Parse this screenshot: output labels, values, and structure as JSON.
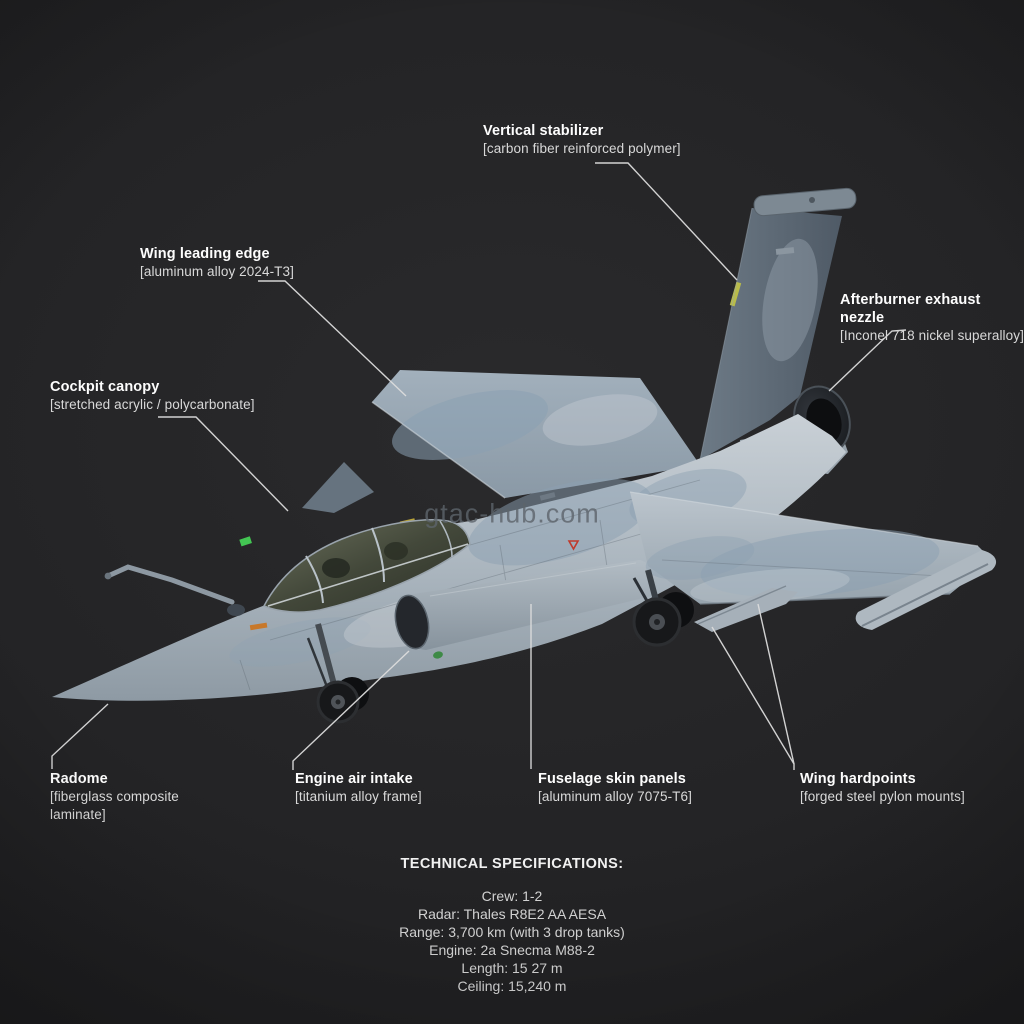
{
  "watermark": "gtac-hub.com",
  "callouts": {
    "vertical_stabilizer": {
      "title": "Vertical stabilizer",
      "material": "[carbon fiber reinforced polymer]"
    },
    "wing_leading_edge": {
      "title": "Wing leading edge",
      "material": "[aluminum alloy 2024-T3]"
    },
    "cockpit_canopy": {
      "title": "Cockpit canopy",
      "material": "[stretched acrylic / polycarbonate]"
    },
    "afterburner_nozzle": {
      "title": "Afterburner exhaust nezzle",
      "material": "[Inconel 718 nickel superalloy]"
    },
    "radome": {
      "title": "Radome",
      "material": "[fiberglass composite laminate]"
    },
    "engine_air_intake": {
      "title": "Engine air intake",
      "material": "[titanium alloy frame]"
    },
    "fuselage_skin_panels": {
      "title": "Fuselage skin panels",
      "material": "[aluminum alloy 7075-T6]"
    },
    "wing_hardpoints": {
      "title": "Wing hardpoints",
      "material": "[forged steel pylon mounts]"
    }
  },
  "specs": {
    "heading": "TECHNICAL SPECIFICATIONS:",
    "lines": [
      "Crew: 1-2",
      "Radar: Thales R8E2 AA AESA",
      "Range: 3,700 km (with 3 drop tanks)",
      "Engine: 2a Snecma M88-2",
      "Length: 15 27 m",
      "Ceiling: 15,240 m"
    ]
  },
  "colors": {
    "background": "#222224",
    "label_title": "#ffffff",
    "label_material": "#d9d9d9",
    "leader_line": "#dcdcdc",
    "watermark": "#5d646b",
    "aircraft_base": "#b7c0c8",
    "aircraft_camo": "#8ba0b2",
    "tail_dark": "#5f6b77"
  }
}
